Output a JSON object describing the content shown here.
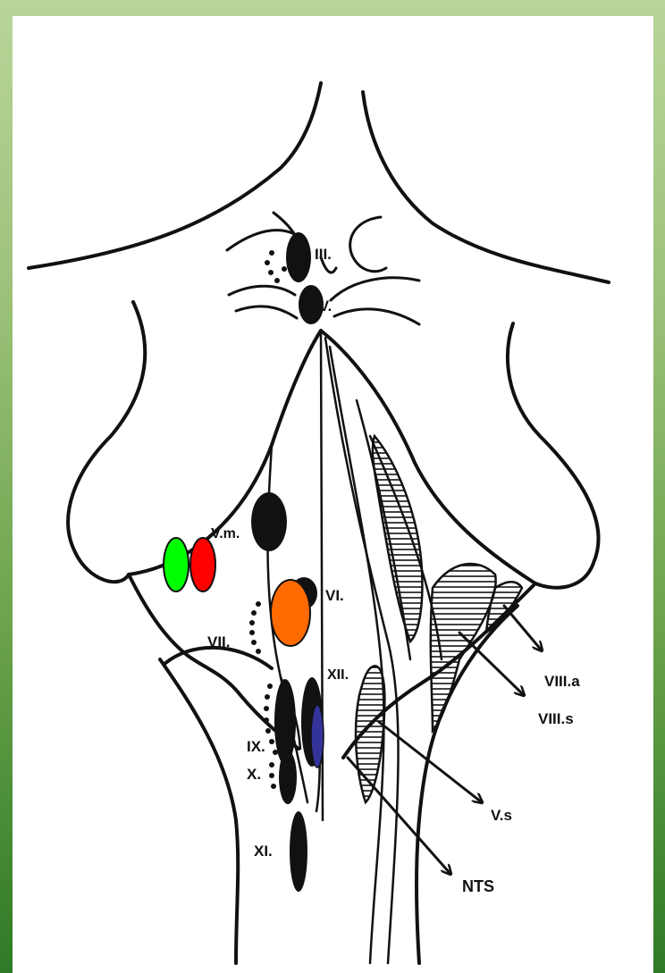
{
  "labels": {
    "III": "III.",
    "IV": "IV.",
    "Vm": "V.m.",
    "VI": "VI.",
    "VII": "VII.",
    "XII": "XII.",
    "IX": "IX.",
    "X": "X.",
    "XI": "XI.",
    "VIIIa": "VIII.a",
    "VIIIs": "VIII.s",
    "Vs": "V.s",
    "NTS": "NTS"
  },
  "markers": [
    {
      "name": "green-marker",
      "color": "#00ff00"
    },
    {
      "name": "red-marker",
      "color": "#ff0000"
    },
    {
      "name": "orange-marker",
      "color": "#ff6a00"
    },
    {
      "name": "blue-marker",
      "color": "#33339a"
    }
  ]
}
